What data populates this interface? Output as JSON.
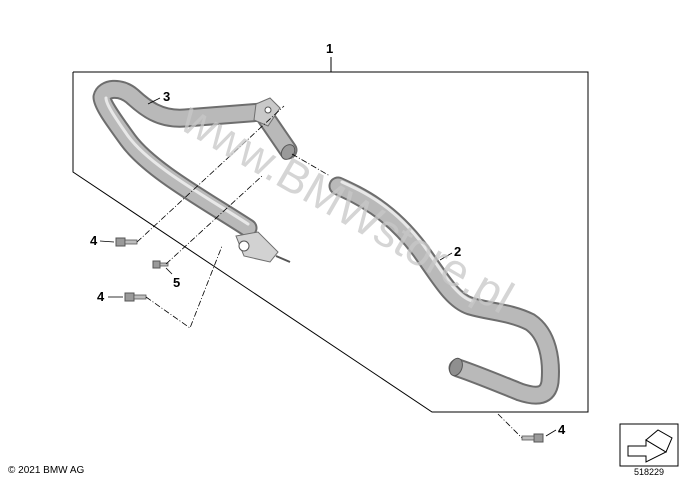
{
  "callouts": {
    "c1": "1",
    "c2": "2",
    "c3": "3",
    "c4a": "4",
    "c4b": "4",
    "c4c": "4",
    "c5": "5"
  },
  "watermark": "www.BMWstore.pl",
  "footer": {
    "copyright": "© 2021 BMW AG",
    "doc_number": "518229"
  },
  "icons": {
    "view_direction": "arrow-view-icon"
  },
  "colors": {
    "pipe_fill": "#b9b9b9",
    "pipe_edge": "#6e6e6e",
    "line": "#000000"
  }
}
